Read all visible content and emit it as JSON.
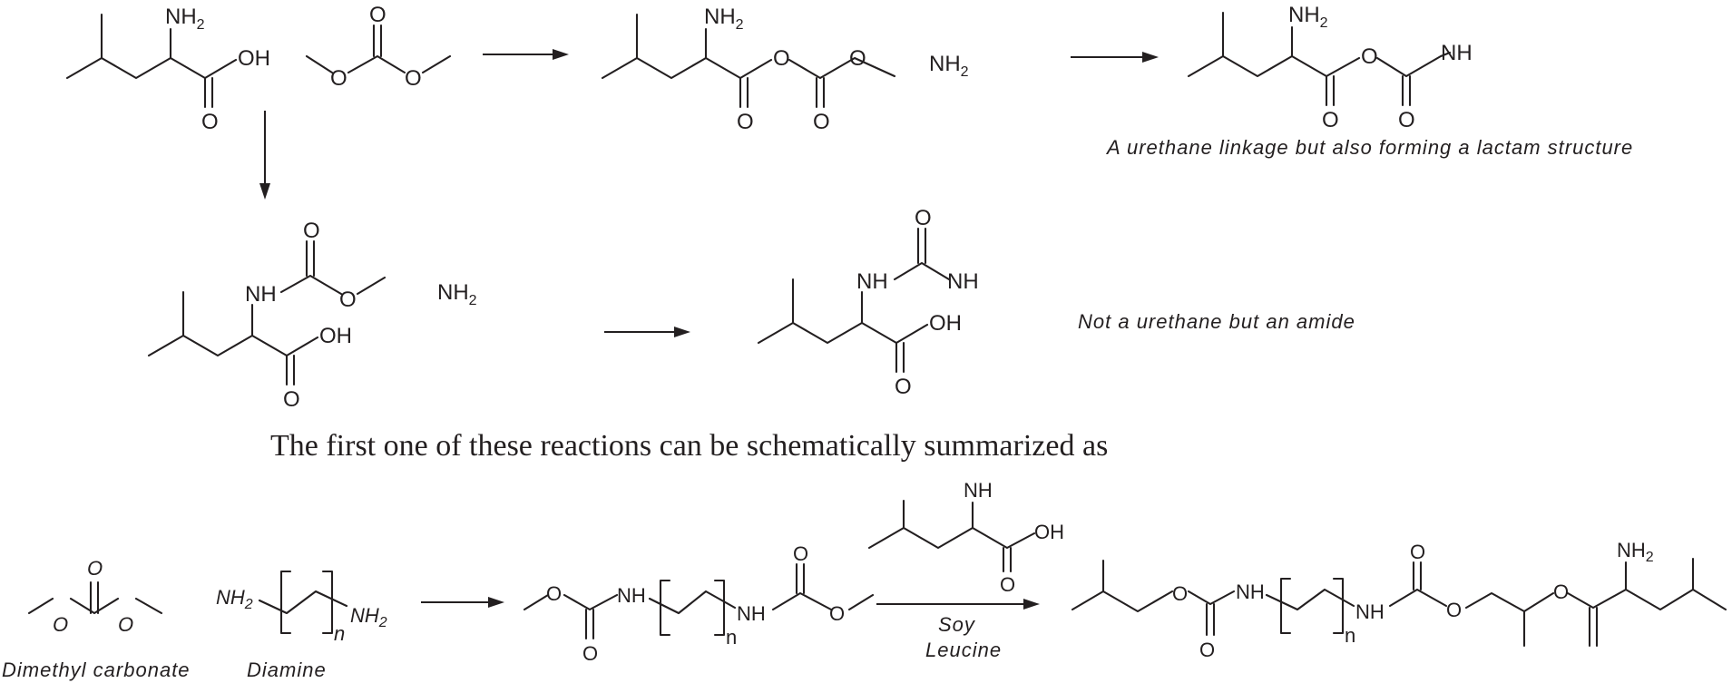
{
  "atoms": {
    "nh2": "NH",
    "nh2_sub": "2",
    "oh": "OH",
    "o": "O",
    "nh": "NH",
    "n_sub": "n"
  },
  "captions": {
    "urethane_lactam": "A urethane linkage but also forming a lactam structure",
    "amide": "Not a urethane but an amide",
    "summary": "The first one of these reactions can be schematically summarized as",
    "dimethyl_carbonate": "Dimethyl carbonate",
    "diamine": "Diamine"
  },
  "arrow_labels": {
    "soy": "Soy",
    "leucine": "Leucine"
  }
}
